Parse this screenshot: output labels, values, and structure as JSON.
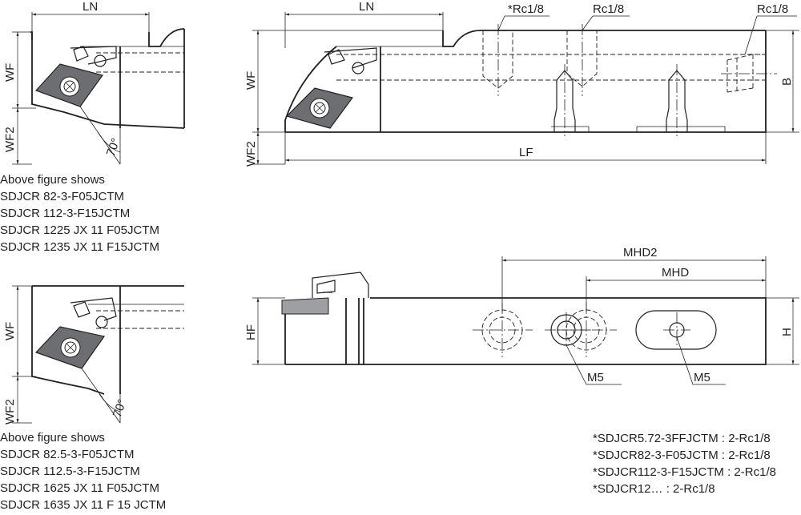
{
  "dimensions": {
    "ln": "LN",
    "wf": "WF",
    "wf2": "WF2",
    "b": "B",
    "lf": "LF",
    "hf": "HF",
    "h": "H",
    "mhd": "MHD",
    "mhd2": "MHD2",
    "angle": "70°"
  },
  "threads": {
    "rc_star": "*Rc1/8",
    "rc": "Rc1/8",
    "m5": "M5"
  },
  "caption_top": {
    "heading": "Above figure shows",
    "models": [
      "SDJCR 82-3-F05JCTM",
      "SDJCR 112-3-F15JCTM",
      "SDJCR 1225 JX 11 F05JCTM",
      "SDJCR 1235 JX 11 F15JCTM"
    ]
  },
  "caption_bottom": {
    "heading": "Above figure shows",
    "models": [
      "SDJCR 82.5-3-F05JCTM",
      "SDJCR 112.5-3-F15JCTM",
      "SDJCR 1625 JX 11 F05JCTM",
      "SDJCR 1635 JX 11 F 15 JCTM"
    ]
  },
  "footnotes": [
    "*SDJCR5.72-3FFJCTM : 2-Rc1/8",
    "*SDJCR82-3-F05JCTM : 2-Rc1/8",
    "*SDJCR112-3-F15JCTM : 2-Rc1/8",
    "*SDJCR12… : 2-Rc1/8"
  ]
}
